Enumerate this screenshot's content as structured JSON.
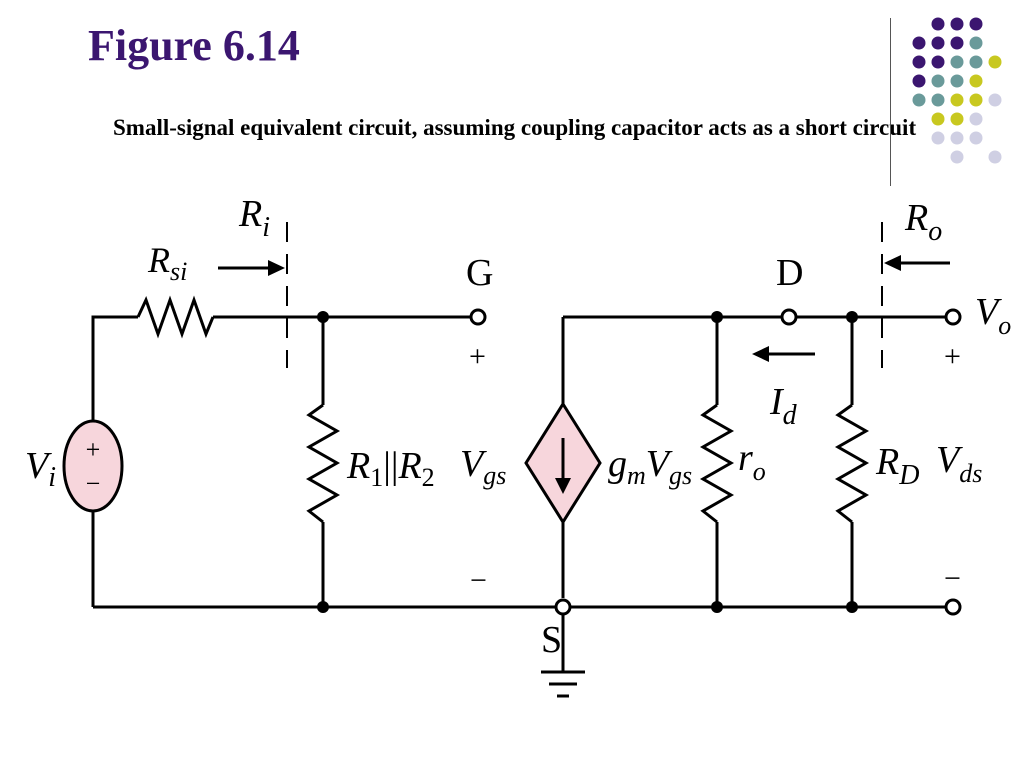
{
  "slide": {
    "title": "Figure 6.14",
    "subtitle": "Small-signal equivalent circuit, assuming coupling capacitor acts as a short circuit"
  },
  "colors": {
    "title": "#3b1670",
    "dot_purple": "#3b1670",
    "dot_teal": "#6a9a9a",
    "dot_yellow": "#c8c820",
    "dot_lavender": "#cfcfe3",
    "component_fill": "#f7d6dc",
    "wire": "#000000"
  },
  "circuit": {
    "labels": {
      "Rsi": {
        "main": "R",
        "sub": "si"
      },
      "Ri": {
        "main": "R",
        "sub": "i"
      },
      "G": "G",
      "Vi": {
        "main": "V",
        "sub": "i"
      },
      "source_plus": "+",
      "source_minus": "−",
      "R1R2": {
        "a": "R",
        "a_sub": "1",
        "sep": "||",
        "b": "R",
        "b_sub": "2"
      },
      "plus_gs": "+",
      "Vgs": {
        "main": "V",
        "sub": "gs"
      },
      "minus_gs": "−",
      "gmVgs": {
        "g": "g",
        "g_sub": "m",
        "v": "V",
        "v_sub": "gs"
      },
      "ro": {
        "main": "r",
        "sub": "o"
      },
      "D": "D",
      "Id": {
        "main": "I",
        "sub": "d"
      },
      "RD": {
        "main": "R",
        "sub": "D"
      },
      "Vds": {
        "main": "V",
        "sub": "ds"
      },
      "Ro": {
        "main": "R",
        "sub": "o"
      },
      "Vo": {
        "main": "V",
        "sub": "o"
      },
      "plus_o": "+",
      "minus_o": "−",
      "S": "S"
    }
  }
}
